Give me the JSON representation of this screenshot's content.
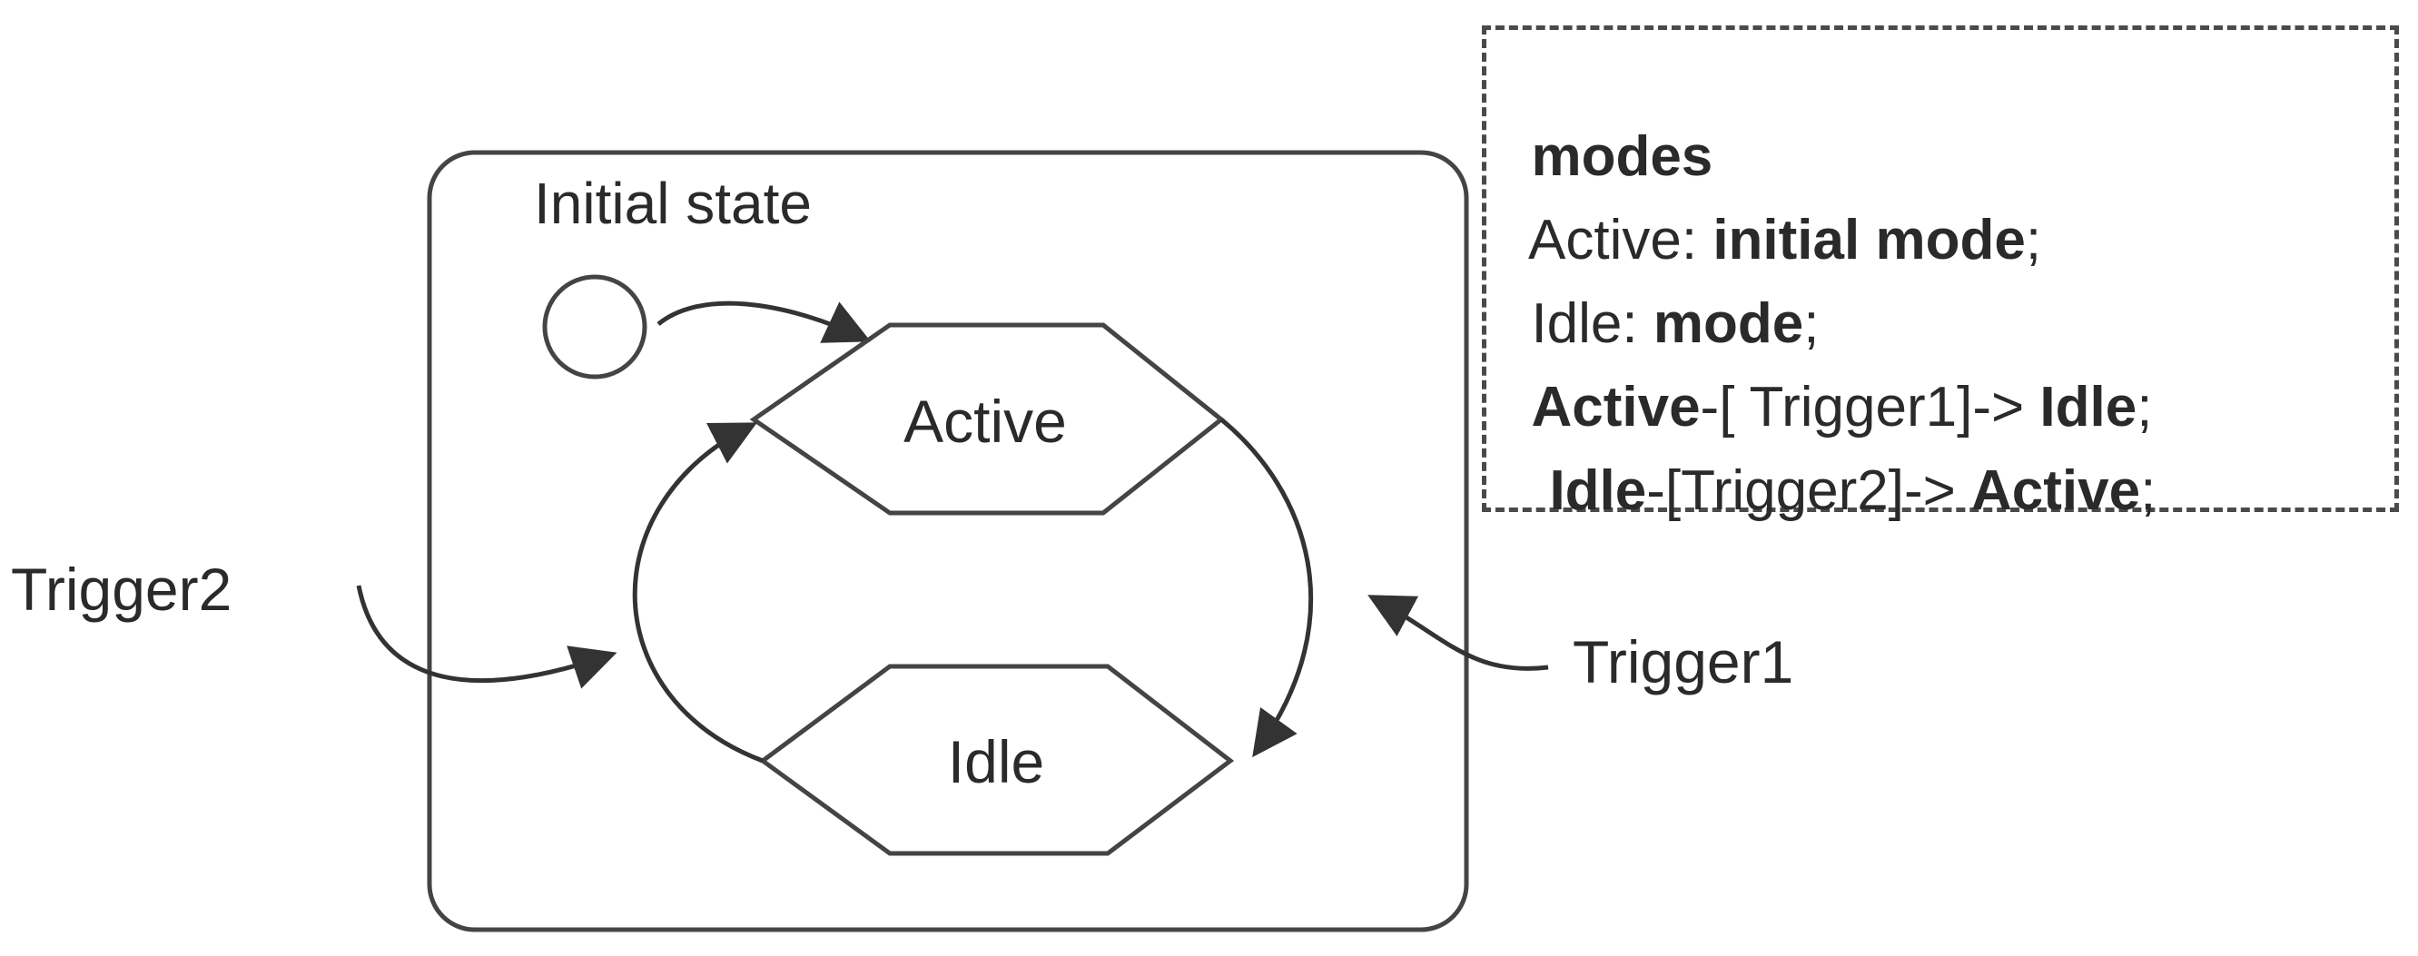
{
  "initial_state_label": "Initial state",
  "states": {
    "active": "Active",
    "idle": "Idle"
  },
  "triggers": {
    "trigger1": "Trigger1",
    "trigger2": "Trigger2"
  },
  "code": {
    "line1": {
      "keyword": "modes"
    },
    "line2": {
      "name": "Active",
      "sep": ": ",
      "keyword": "initial mode",
      "end": ";"
    },
    "line3": {
      "name": "Idle",
      "sep": ": ",
      "keyword": "mode",
      "end": ";"
    },
    "line4": {
      "from": "Active",
      "arrow_open": "-[ ",
      "trigger": "Trigger1",
      "arrow_close": "]-> ",
      "to": "Idle",
      "end": ";"
    },
    "line5": {
      "from": "Idle",
      "arrow_open": "-[",
      "trigger": "Trigger2",
      "arrow_close": "]-> ",
      "to": "Active",
      "end": ";"
    }
  }
}
